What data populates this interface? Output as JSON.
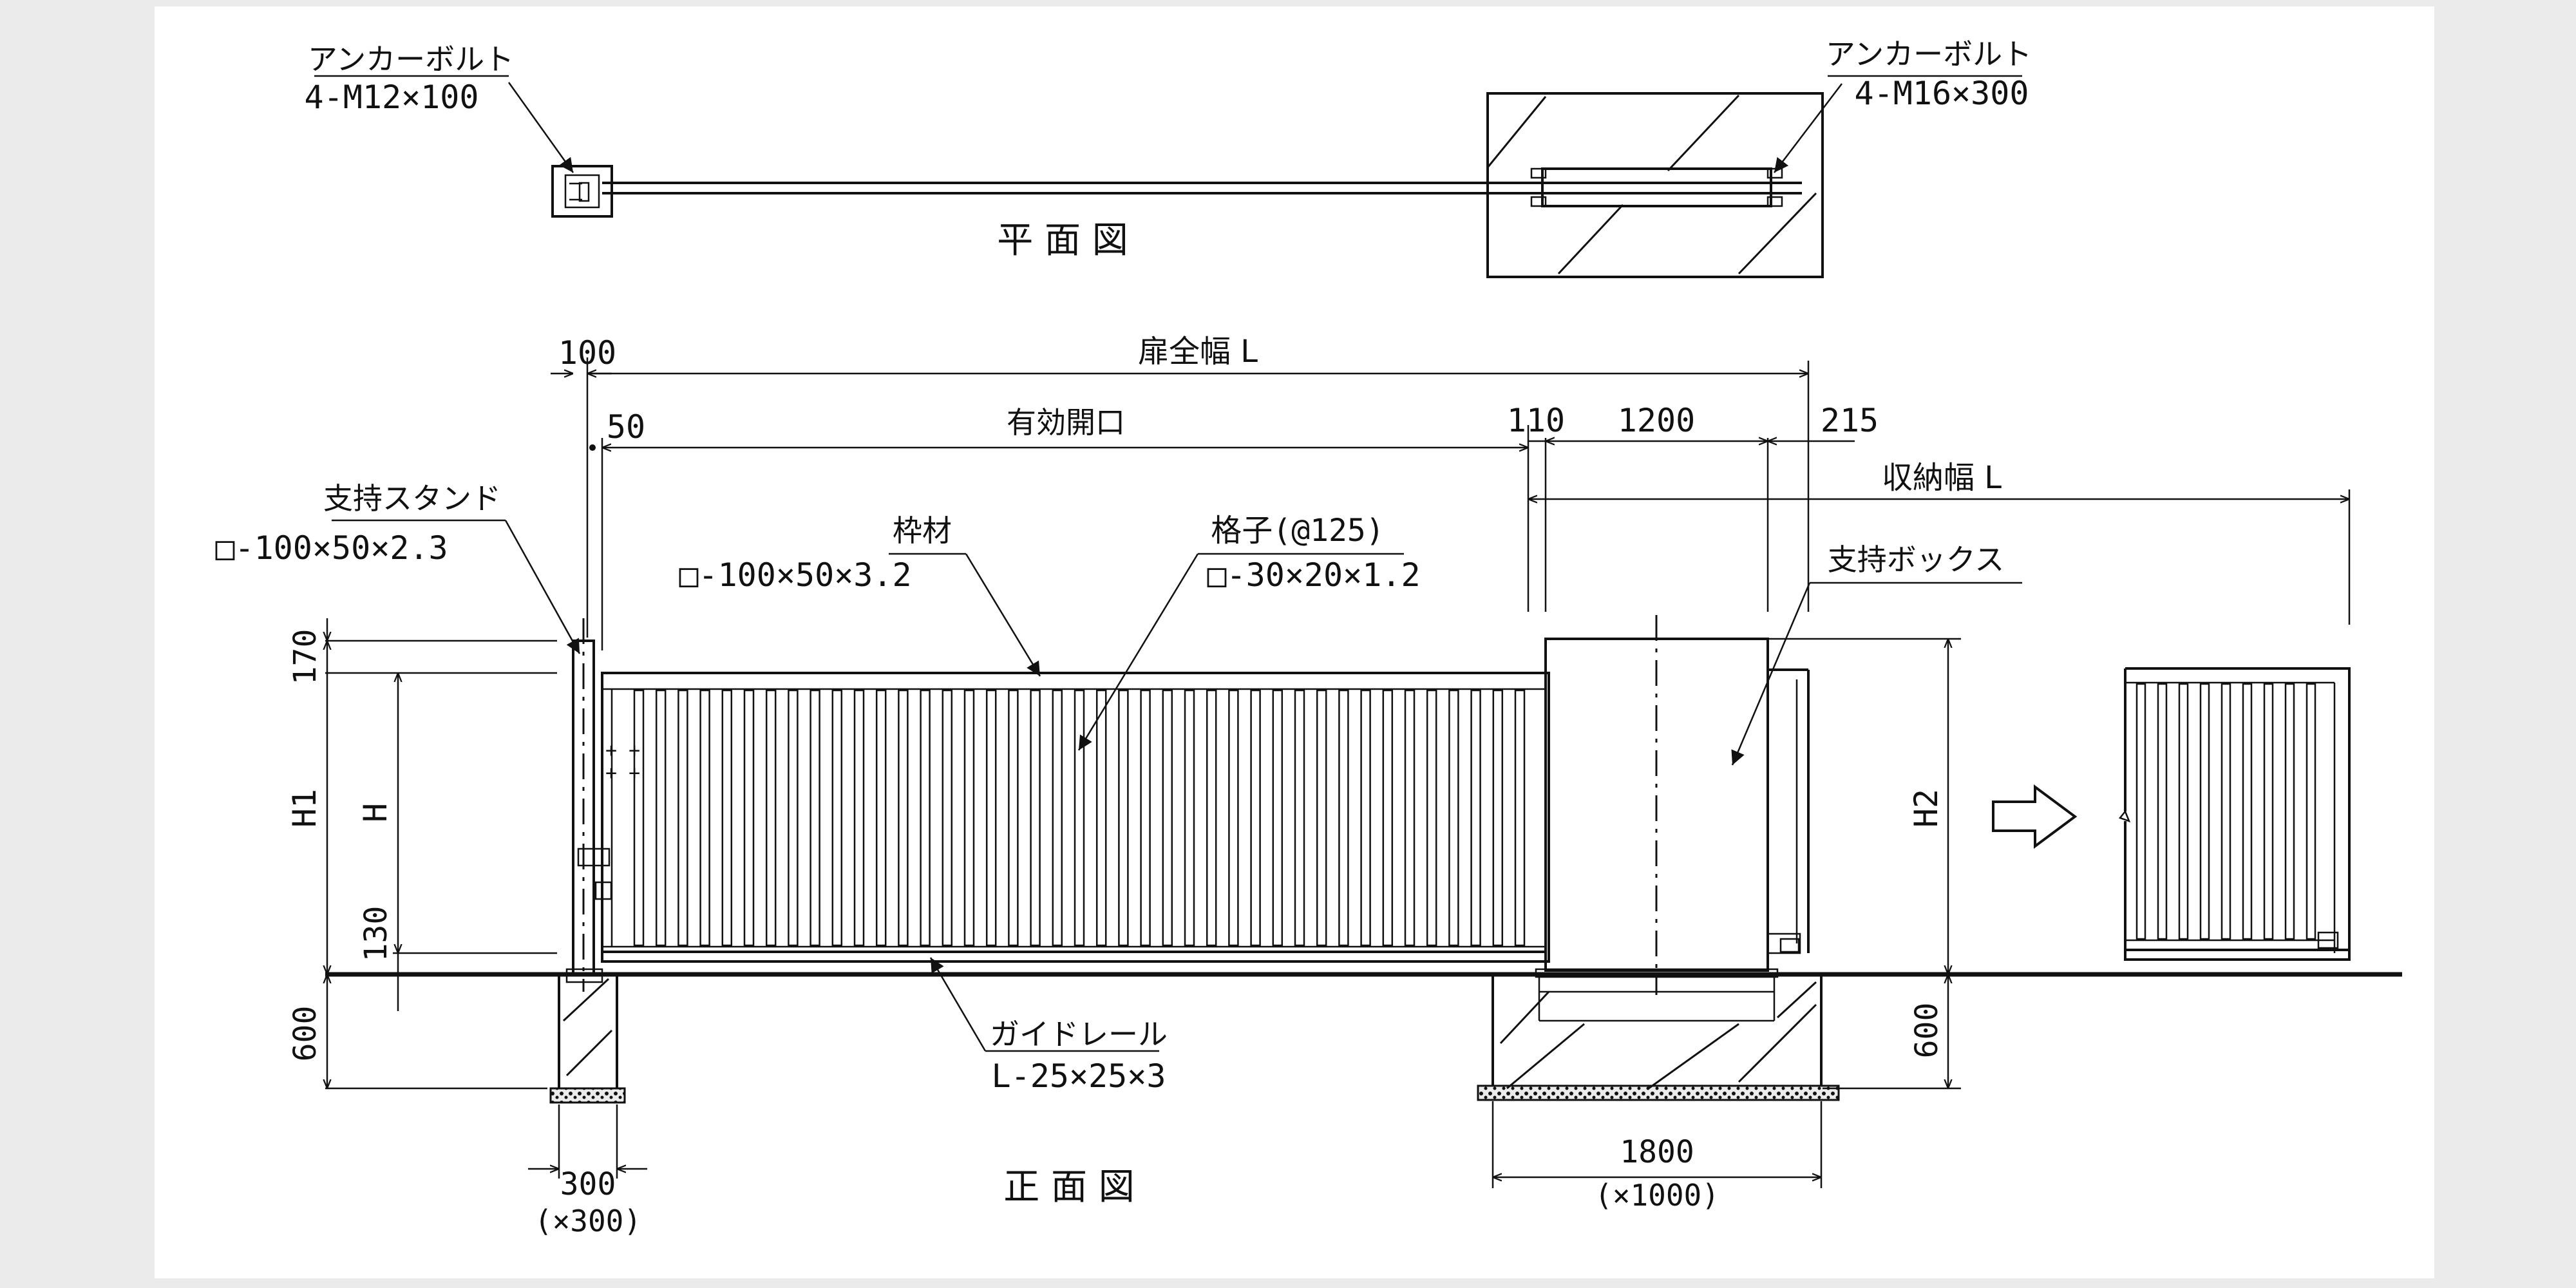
{
  "plan_view": {
    "title": "平 面 図",
    "left_anchor_label": "アンカーボルト",
    "left_anchor_spec": "4-M12×100",
    "right_anchor_label": "アンカーボルト",
    "right_anchor_spec": "4-M16×300"
  },
  "front_view": {
    "title": "正 面 図",
    "dimensions": {
      "d100": "100",
      "gate_width": "扉全幅 L",
      "d50": "50",
      "effective_opening": "有効開口",
      "d110": "110",
      "d1200": "1200",
      "d215": "215",
      "storage_width": "収納幅 L",
      "d170": "170",
      "H1": "H1",
      "H": "H",
      "d130": "130",
      "d600_left": "600",
      "H2": "H2",
      "d600_right": "600",
      "d300": "300",
      "d300_alt": "(×300)",
      "d1800": "1800",
      "d1800_alt": "(×1000)"
    },
    "labels": {
      "stand_label": "支持スタンド",
      "stand_spec": "□-100×50×2.3",
      "frame_label": "枠材",
      "frame_spec": "□-100×50×3.2",
      "lattice_label": "格子(@125)",
      "lattice_spec": "□-30×20×1.2",
      "support_box": "支持ボックス",
      "guide_rail_label": "ガイドレール",
      "guide_rail_spec": "L-25×25×3"
    }
  }
}
